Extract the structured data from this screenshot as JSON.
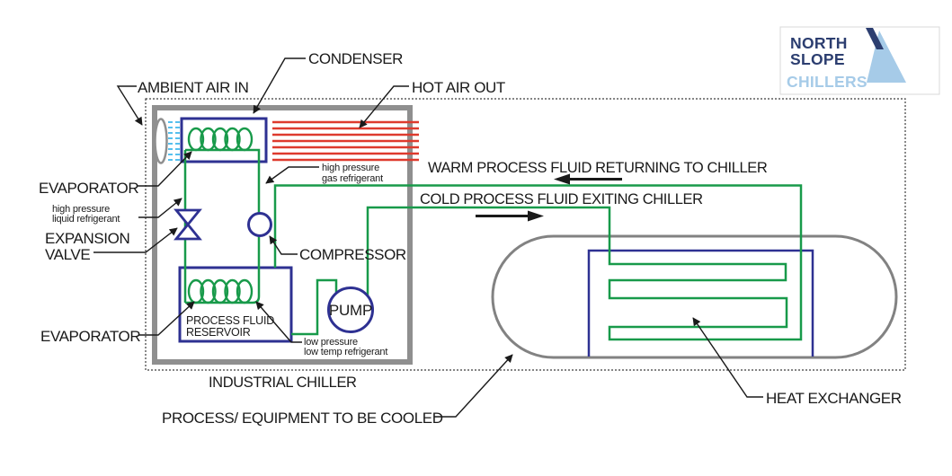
{
  "title": "Industrial chiller process diagram",
  "labels": {
    "condenser": "CONDENSER",
    "ambient_air_in": "AMBIENT AIR IN",
    "hot_air_out": "HOT AIR OUT",
    "evaporator_top": "EVAPORATOR",
    "hp_liquid_line1": "high pressure",
    "hp_liquid_line2": "liquid refrigerant",
    "expansion_line1": "EXPANSION",
    "expansion_line2": "VALVE",
    "hp_gas_line1": "high pressure",
    "hp_gas_line2": "gas refrigerant",
    "compressor": "COMPRESSOR",
    "evaporator_bottom": "EVAPORATOR",
    "reservoir_line1": "PROCESS FLUID",
    "reservoir_line2": "RESERVOIR",
    "lp_line1": "low pressure",
    "lp_line2": "low temp refrigerant",
    "pump": "PUMP",
    "industrial_chiller": "INDUSTRIAL CHILLER",
    "process_equipment": "PROCESS/ EQUIPMENT TO BE COOLED",
    "heat_exchanger": "HEAT EXCHANGER"
  },
  "flow_labels": {
    "warm_return": "WARM PROCESS FLUID RETURNING TO CHILLER",
    "cold_exit": "COLD PROCESS FLUID EXITING CHILLER"
  },
  "logo": {
    "word1": "NORTH",
    "word2": "SLOPE",
    "word3": "CHILLERS"
  },
  "colors": {
    "ink": "#1a1a1a",
    "green": "#189a4a",
    "navy": "#2e3192",
    "red": "#de3a2d",
    "air_blue": "#56c0ee",
    "enclosure_gray": "#8f8f8f",
    "tank_gray": "#828282",
    "logo_navy": "#2c3e70",
    "logo_blue": "#a6cbe8"
  }
}
